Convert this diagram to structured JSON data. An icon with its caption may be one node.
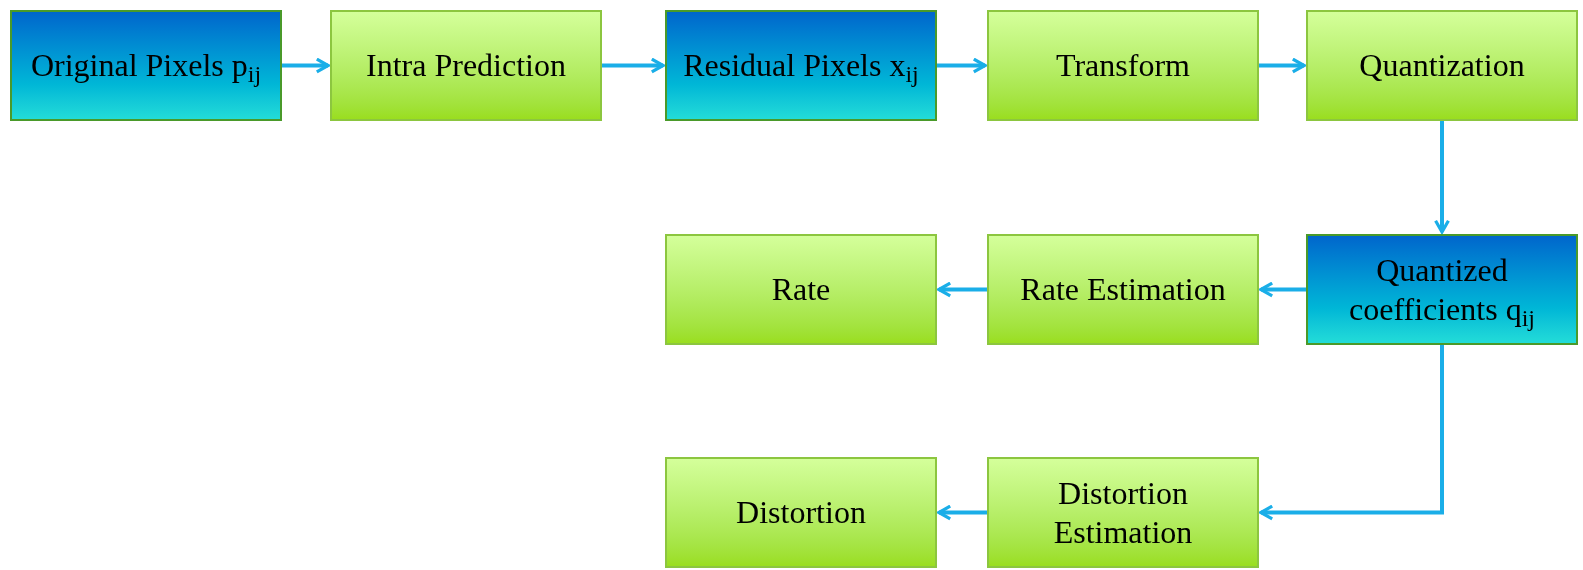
{
  "diagram": {
    "nodes": [
      {
        "text": [
          "Original Pixels p$_{ij}$"
        ]
      },
      {
        "text": [
          "Intra Prediction"
        ]
      },
      {
        "text": [
          "Residual Pixels x$_{ij}$"
        ]
      },
      {
        "text": [
          "Transform"
        ]
      },
      {
        "text": [
          "Quantization"
        ]
      },
      {
        "text": [
          "Quantized coefficients q$_{ij}$"
        ]
      },
      {
        "text": [
          "Rate Estimation"
        ]
      },
      {
        "text": [
          "Rate"
        ]
      },
      {
        "text": [
          "Distortion Estimation"
        ]
      },
      {
        "text": [
          "Distortion"
        ]
      }
    ],
    "edges": [
      {
        "from": 0,
        "to": 1,
        "arrow": "to"
      },
      {
        "from": 1,
        "to": 2,
        "arrow": "to"
      },
      {
        "from": 2,
        "to": 3,
        "arrow": "to"
      },
      {
        "from": 3,
        "to": 4,
        "arrow": "to"
      },
      {
        "from": 4,
        "to": 5,
        "arrow": "to"
      },
      {
        "from": 5,
        "to": 6,
        "arrow": "to"
      },
      {
        "from": 6,
        "to": 7,
        "arrow": "to"
      },
      {
        "from": 5,
        "to": 8,
        "arrow": "to"
      },
      {
        "from": 8,
        "to": 9,
        "arrow": "to"
      }
    ]
  }
}
